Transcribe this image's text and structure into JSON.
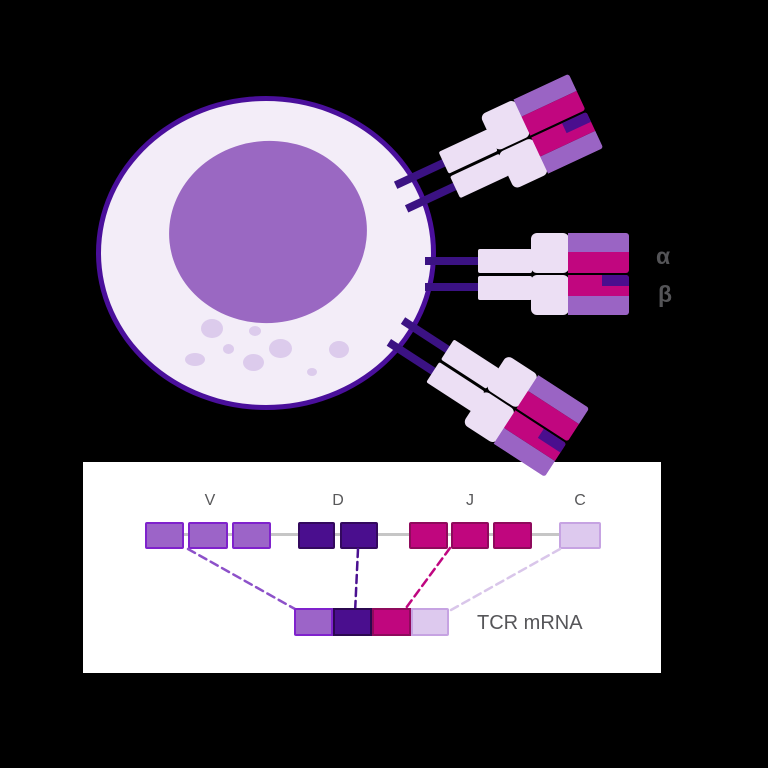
{
  "receptor_labels": {
    "alpha": "α",
    "beta": "β"
  },
  "gene_diagram": {
    "segment_labels": {
      "v": "V",
      "d": "D",
      "j": "J",
      "c": "C"
    },
    "segment_counts": {
      "v": 3,
      "d": 2,
      "j": 3,
      "c": 1
    },
    "mrna_label": "TCR mRNA",
    "mrna_segments": [
      "V",
      "D",
      "J",
      "C"
    ]
  },
  "palette": {
    "background": "#000000",
    "panel": "#ffffff",
    "cell_outline": "#4a0f9b",
    "cell_fill": "#f3edf8",
    "nucleus": "#9a68c2",
    "granule": "#dccbec",
    "receptor_stem": "#3b1283",
    "constant_domain": "#ecdff4",
    "v_fill": "#9c64c8",
    "v_border": "#7f22cc",
    "d_fill": "#4a0e8e",
    "d_border": "#33095e",
    "j_fill": "#c0067e",
    "j_border": "#8f0a5c",
    "c_fill": "#ddc9ee",
    "c_border": "#c6a3e2",
    "gene_line": "#c6c6c6",
    "label_text": "#58585a"
  }
}
